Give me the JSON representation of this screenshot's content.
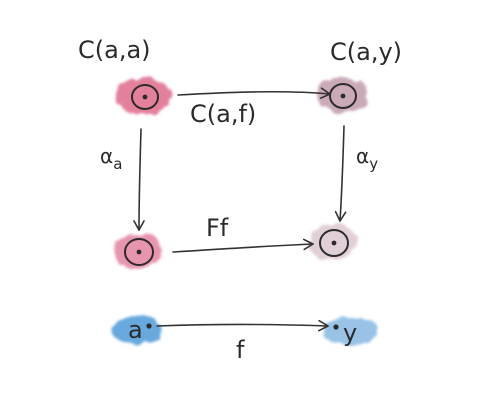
{
  "labels": {
    "top_left_object": "C(a,a)",
    "top_right_object": "C(a,y)",
    "top_arrow": "C(a,f)",
    "left_arrow_symbol": "α",
    "left_arrow_subscript": "a",
    "right_arrow_symbol": "α",
    "right_arrow_subscript": "y",
    "middle_arrow": "Ff",
    "bottom_left_object": "a",
    "bottom_right_object": "y",
    "bottom_arrow": "f"
  },
  "colors": {
    "top_blob": "#d9577c",
    "top_right_blob": "#a7708a",
    "middle_left_blob": "#dd6a8b",
    "middle_right_blob": "#c9a7b6",
    "bottom_blob": "#2f88d0",
    "ink": "#2b2b2b"
  }
}
